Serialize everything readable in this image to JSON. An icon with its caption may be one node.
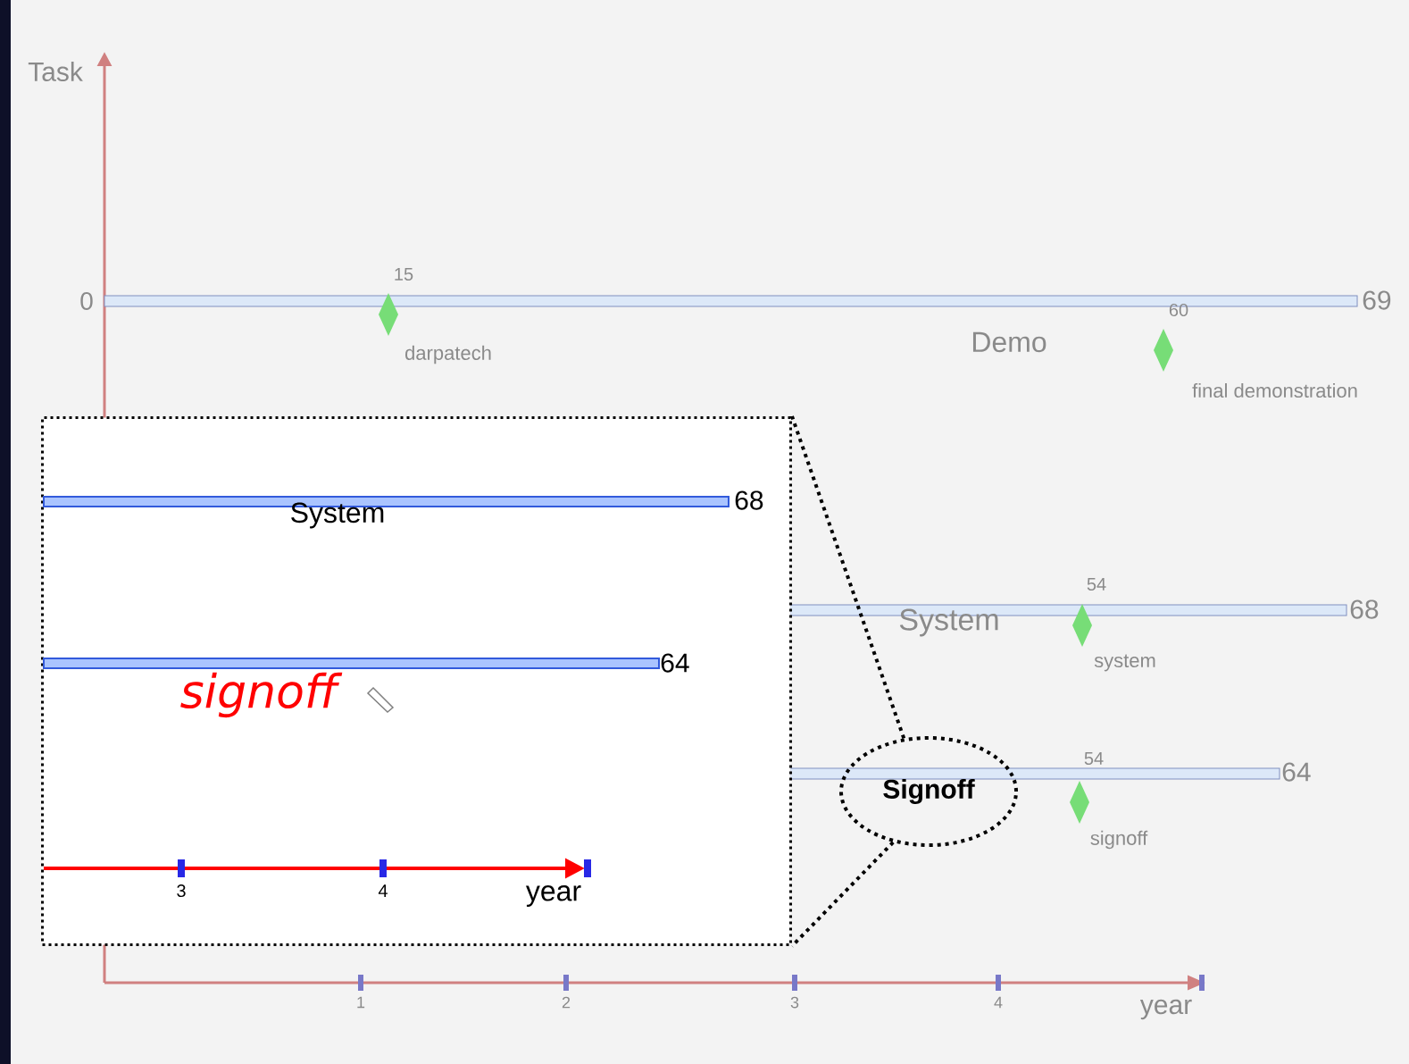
{
  "diagram": {
    "nodes": [
      {
        "text": [
          "68",
          "System",
          "64",
          "signoff",
          "3",
          "4",
          "year"
        ]
      },
      {
        "text": [
          "Signoff"
        ]
      }
    ],
    "edges": [
      {
        "from": 1,
        "to": 0,
        "arrow": "none",
        "style": "dashed"
      },
      {
        "from": 1,
        "to": 0,
        "arrow": "none",
        "style": "dashed"
      }
    ],
    "labels": [
      "Task",
      "0",
      "15",
      "69",
      "60",
      "Demo",
      "darpatech",
      "final demonstration",
      "54",
      "68",
      "System",
      "system",
      "54",
      "64",
      "signoff",
      "1",
      "2",
      "3",
      "4",
      "year"
    ]
  }
}
